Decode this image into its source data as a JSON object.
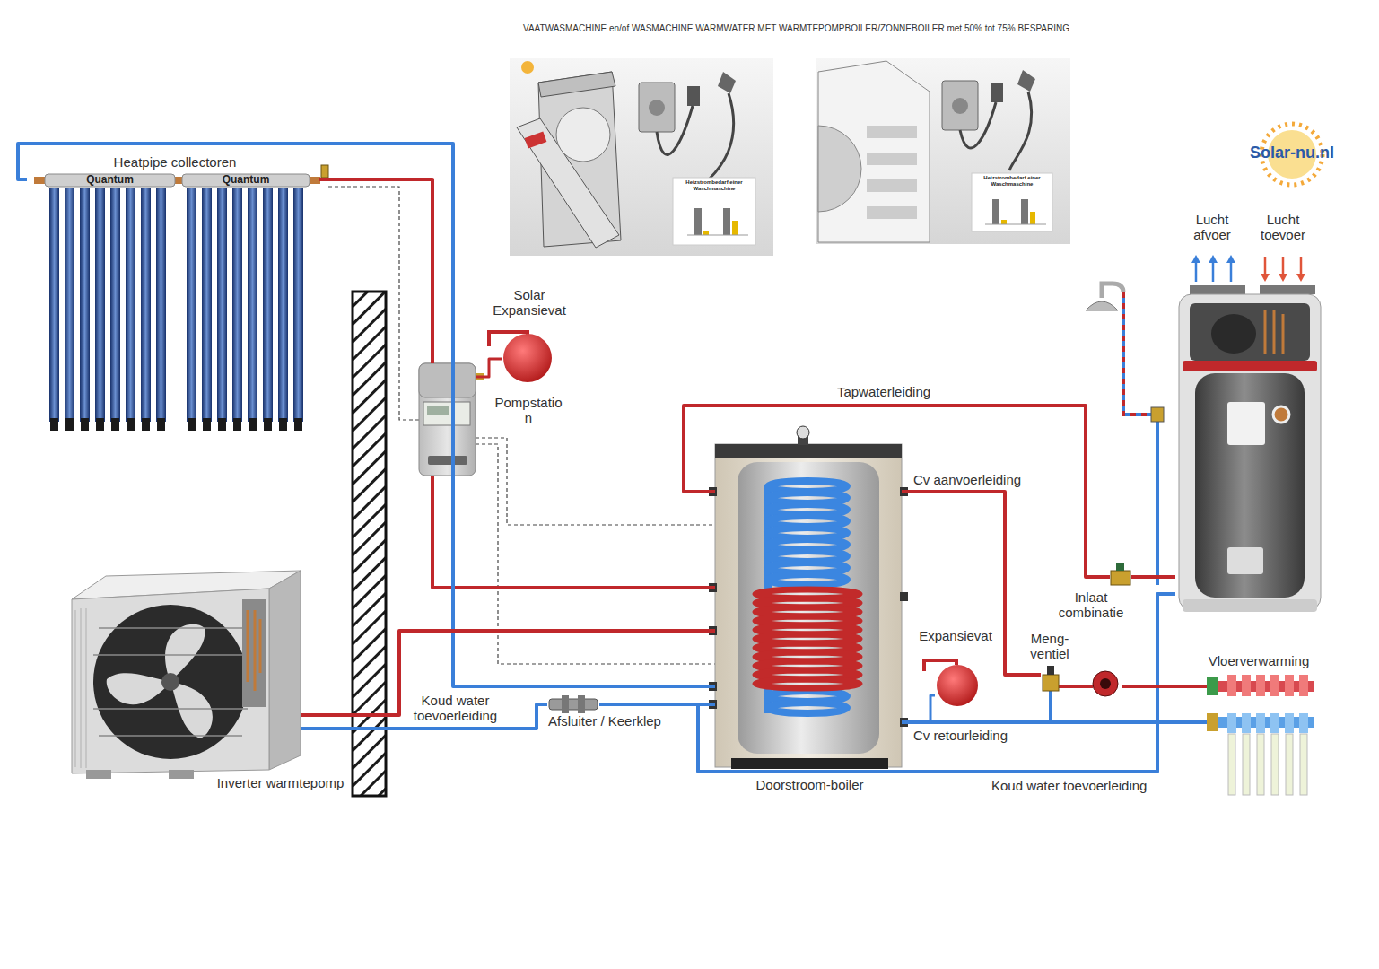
{
  "diagram": {
    "title": "VAATWASMACHINE en/of WASMACHINE WARMWATER MET WARMTEPOMPBOILER/ZONNEBOILER met 50% tot 75% BESPARING",
    "nodes": [
      {
        "text": [
          "Heatpipe collectoren"
        ]
      },
      {
        "text": [
          "Quantum"
        ],
        "in": 0
      },
      {
        "text": [
          "Quantum"
        ],
        "in": 0
      },
      {
        "text": [
          "Solar Expansievat"
        ]
      },
      {
        "text": [
          "Pompstatio n"
        ]
      },
      {
        "text": [
          "Inverter warmtepomp"
        ]
      },
      {
        "text": [
          "Doorstroom-boiler"
        ]
      },
      {
        "text": [
          "Expansievat"
        ]
      },
      {
        "text": [
          "Meng- ventiel"
        ]
      },
      {
        "text": [
          "Inlaat combinatie"
        ]
      },
      {
        "text": [
          "Lucht afvoer",
          "Lucht toevoer"
        ]
      },
      {
        "text": [
          "Vloerverwarming"
        ]
      },
      {
        "text": [
          "Afsluiter / Keerklep"
        ]
      }
    ],
    "edges": [
      {
        "from": 0,
        "to": 4,
        "arrow": "none"
      },
      {
        "from": 4,
        "to": 6,
        "arrow": "none"
      },
      {
        "from": 6,
        "to": 0,
        "arrow": "none"
      },
      {
        "from": 3,
        "to": 4,
        "arrow": "none"
      },
      {
        "from": 5,
        "to": 6,
        "arrow": "none"
      },
      {
        "from": 5,
        "to": 12,
        "label": "Koud water toevoerleiding",
        "arrow": "none"
      },
      {
        "from": 12,
        "to": 6,
        "arrow": "none"
      },
      {
        "from": 12,
        "to": 10,
        "label": "Koud water toevoerleiding",
        "arrow": "none"
      },
      {
        "from": 6,
        "to": 9,
        "label": "Tapwaterleiding",
        "arrow": "none"
      },
      {
        "from": 9,
        "to": 10,
        "arrow": "none"
      },
      {
        "from": 6,
        "to": 8,
        "label": "Cv aanvoerleiding",
        "arrow": "none"
      },
      {
        "from": 8,
        "to": 11,
        "arrow": "none"
      },
      {
        "from": 11,
        "to": 6,
        "label": "Cv retourleiding",
        "arrow": "none"
      },
      {
        "from": 7,
        "to": 6,
        "arrow": "none"
      }
    ],
    "labels": [
      "Solar-nu.nl",
      "Heizstrombedarf einer Waschmaschine",
      "Heizstrombedarf einer Waschmaschine"
    ]
  }
}
